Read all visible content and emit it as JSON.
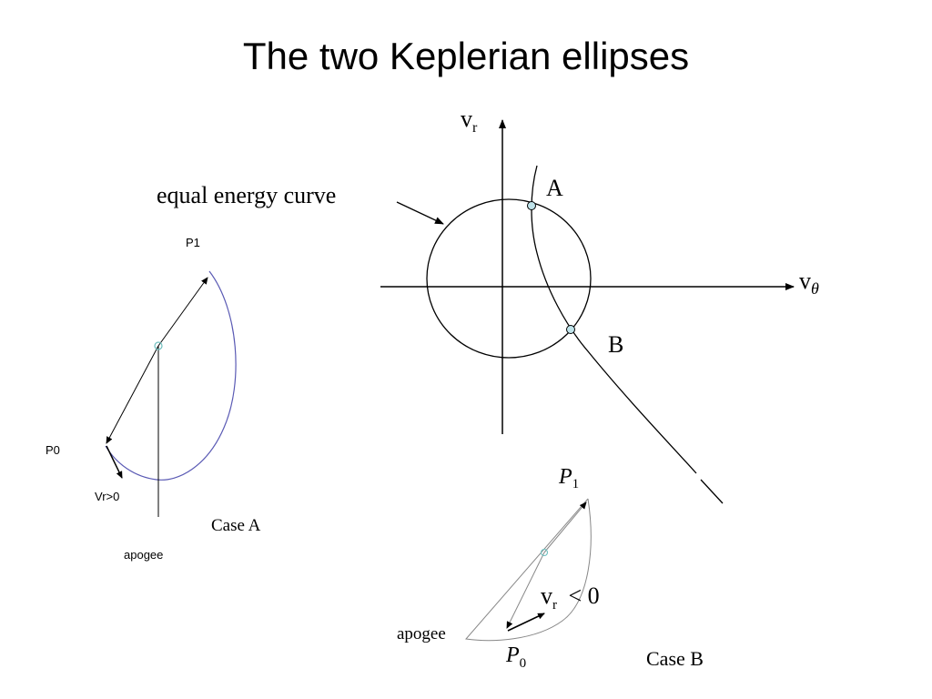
{
  "title": "The two Keplerian ellipses",
  "phase_plane": {
    "axis_vertical": {
      "main": "v",
      "sub": "r"
    },
    "axis_horizontal": {
      "main": "v",
      "sub": "θ"
    },
    "curve_label": "equal energy curve",
    "point_a": "A",
    "point_b": "B"
  },
  "case_a": {
    "label_p1": "P1",
    "label_p0": "P0",
    "label_vr": "Vr>0",
    "label_apogee": "apogee",
    "caption": "Case A"
  },
  "case_b": {
    "label_p1": {
      "main": "P",
      "sub": "1"
    },
    "label_p0": {
      "main": "P",
      "sub": "0"
    },
    "label_vr": {
      "main": "v",
      "sub": "r",
      "rel": "< 0"
    },
    "label_apogee": "apogee",
    "caption": "Case B"
  },
  "colors": {
    "line": "#000000",
    "orbit": "#5a5ab4",
    "focus": "#6fbfbf",
    "marker_fill": "#bfe3ea"
  }
}
